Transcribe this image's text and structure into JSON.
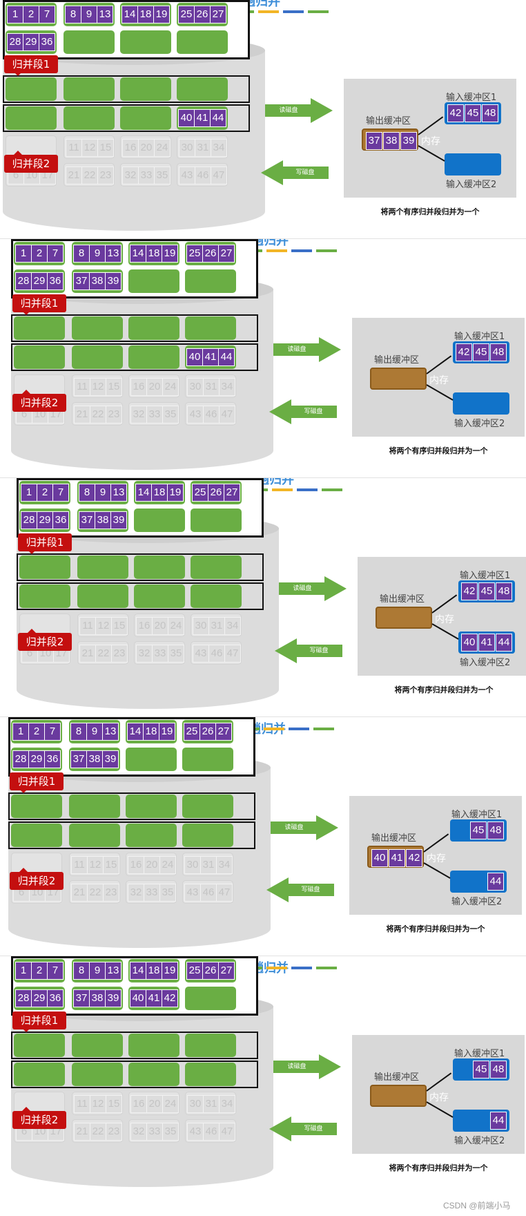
{
  "pass_title": "第二趟归并",
  "labels": {
    "run1": "归并段1",
    "run2": "归并段2",
    "read_disk": "读磁盘",
    "write_disk": "写磁盘",
    "output_buffer": "输出缓冲区",
    "input_buffer_1": "输入缓冲区1",
    "input_buffer_2": "输入缓冲区2",
    "memory": "内存",
    "caption": "将两个有序归并段归并为一个"
  },
  "colors": {
    "block_green": "#6aae44",
    "cell_purple": "#6a3a9e",
    "input_buffer_blue": "#1173c9",
    "output_buffer_brown": "#ad7934",
    "run_tag_red": "#c40f0f",
    "title_blue": "#3e8ed8",
    "legend": [
      "#6aae44",
      "#f2b526",
      "#3a6fc7",
      "#6aae44"
    ]
  },
  "faded_rows": [
    [
      [
        "",
        "",
        ""
      ],
      [
        "11",
        "12",
        "15"
      ],
      [
        "16",
        "20",
        "24"
      ],
      [
        "30",
        "31",
        "34"
      ]
    ],
    [
      [
        "6",
        "10",
        "17"
      ],
      [
        "21",
        "22",
        "23"
      ],
      [
        "32",
        "33",
        "35"
      ],
      [
        "43",
        "46",
        "47"
      ]
    ]
  ],
  "panels": [
    {
      "title_visible": false,
      "merged_row1": [
        [
          "1",
          "2",
          "7"
        ],
        [
          "8",
          "9",
          "13"
        ],
        [
          "14",
          "18",
          "19"
        ],
        [
          "25",
          "26",
          "27"
        ]
      ],
      "merged_row2": [
        [
          "28",
          "29",
          "36"
        ],
        [],
        [],
        []
      ],
      "run1_blocks": [
        [],
        [],
        [],
        []
      ],
      "run2_blocks": [
        [],
        [],
        [],
        [
          "40",
          "41",
          "44"
        ]
      ],
      "input1": [
        "42",
        "45",
        "48"
      ],
      "input2": [],
      "output": [
        "37",
        "38",
        "39"
      ]
    },
    {
      "title_visible": false,
      "merged_row1": [
        [
          "1",
          "2",
          "7"
        ],
        [
          "8",
          "9",
          "13"
        ],
        [
          "14",
          "18",
          "19"
        ],
        [
          "25",
          "26",
          "27"
        ]
      ],
      "merged_row2": [
        [
          "28",
          "29",
          "36"
        ],
        [
          "37",
          "38",
          "39"
        ],
        [],
        []
      ],
      "run1_blocks": [
        [],
        [],
        [],
        []
      ],
      "run2_blocks": [
        [],
        [],
        [],
        [
          "40",
          "41",
          "44"
        ]
      ],
      "input1": [
        "42",
        "45",
        "48"
      ],
      "input2": [],
      "output": []
    },
    {
      "title_visible": false,
      "merged_row1": [
        [
          "1",
          "2",
          "7"
        ],
        [
          "8",
          "9",
          "13"
        ],
        [
          "14",
          "18",
          "19"
        ],
        [
          "25",
          "26",
          "27"
        ]
      ],
      "merged_row2": [
        [
          "28",
          "29",
          "36"
        ],
        [
          "37",
          "38",
          "39"
        ],
        [],
        []
      ],
      "run1_blocks": [
        [],
        [],
        [],
        []
      ],
      "run2_blocks": [
        [],
        [],
        [],
        []
      ],
      "input1": [
        "42",
        "45",
        "48"
      ],
      "input2": [
        "40",
        "41",
        "44"
      ],
      "output": []
    },
    {
      "title_visible": true,
      "merged_row1": [
        [
          "1",
          "2",
          "7"
        ],
        [
          "8",
          "9",
          "13"
        ],
        [
          "14",
          "18",
          "19"
        ],
        [
          "25",
          "26",
          "27"
        ]
      ],
      "merged_row2": [
        [
          "28",
          "29",
          "36"
        ],
        [
          "37",
          "38",
          "39"
        ],
        [],
        []
      ],
      "run1_blocks": [
        [],
        [],
        [],
        []
      ],
      "run2_blocks": [
        [],
        [],
        [],
        []
      ],
      "input1": [
        "",
        "45",
        "48"
      ],
      "input2": [
        "",
        "",
        "44"
      ],
      "output": [
        "40",
        "41",
        "42"
      ]
    },
    {
      "title_visible": true,
      "merged_row1": [
        [
          "1",
          "2",
          "7"
        ],
        [
          "8",
          "9",
          "13"
        ],
        [
          "14",
          "18",
          "19"
        ],
        [
          "25",
          "26",
          "27"
        ]
      ],
      "merged_row2": [
        [
          "28",
          "29",
          "36"
        ],
        [
          "37",
          "38",
          "39"
        ],
        [
          "40",
          "41",
          "42"
        ],
        []
      ],
      "run1_blocks": [
        [],
        [],
        [],
        []
      ],
      "run2_blocks": [
        [],
        [],
        [],
        []
      ],
      "input1": [
        "",
        "45",
        "48"
      ],
      "input2": [
        "",
        "",
        "44"
      ],
      "output": []
    }
  ],
  "watermark": "CSDN @前端小马"
}
